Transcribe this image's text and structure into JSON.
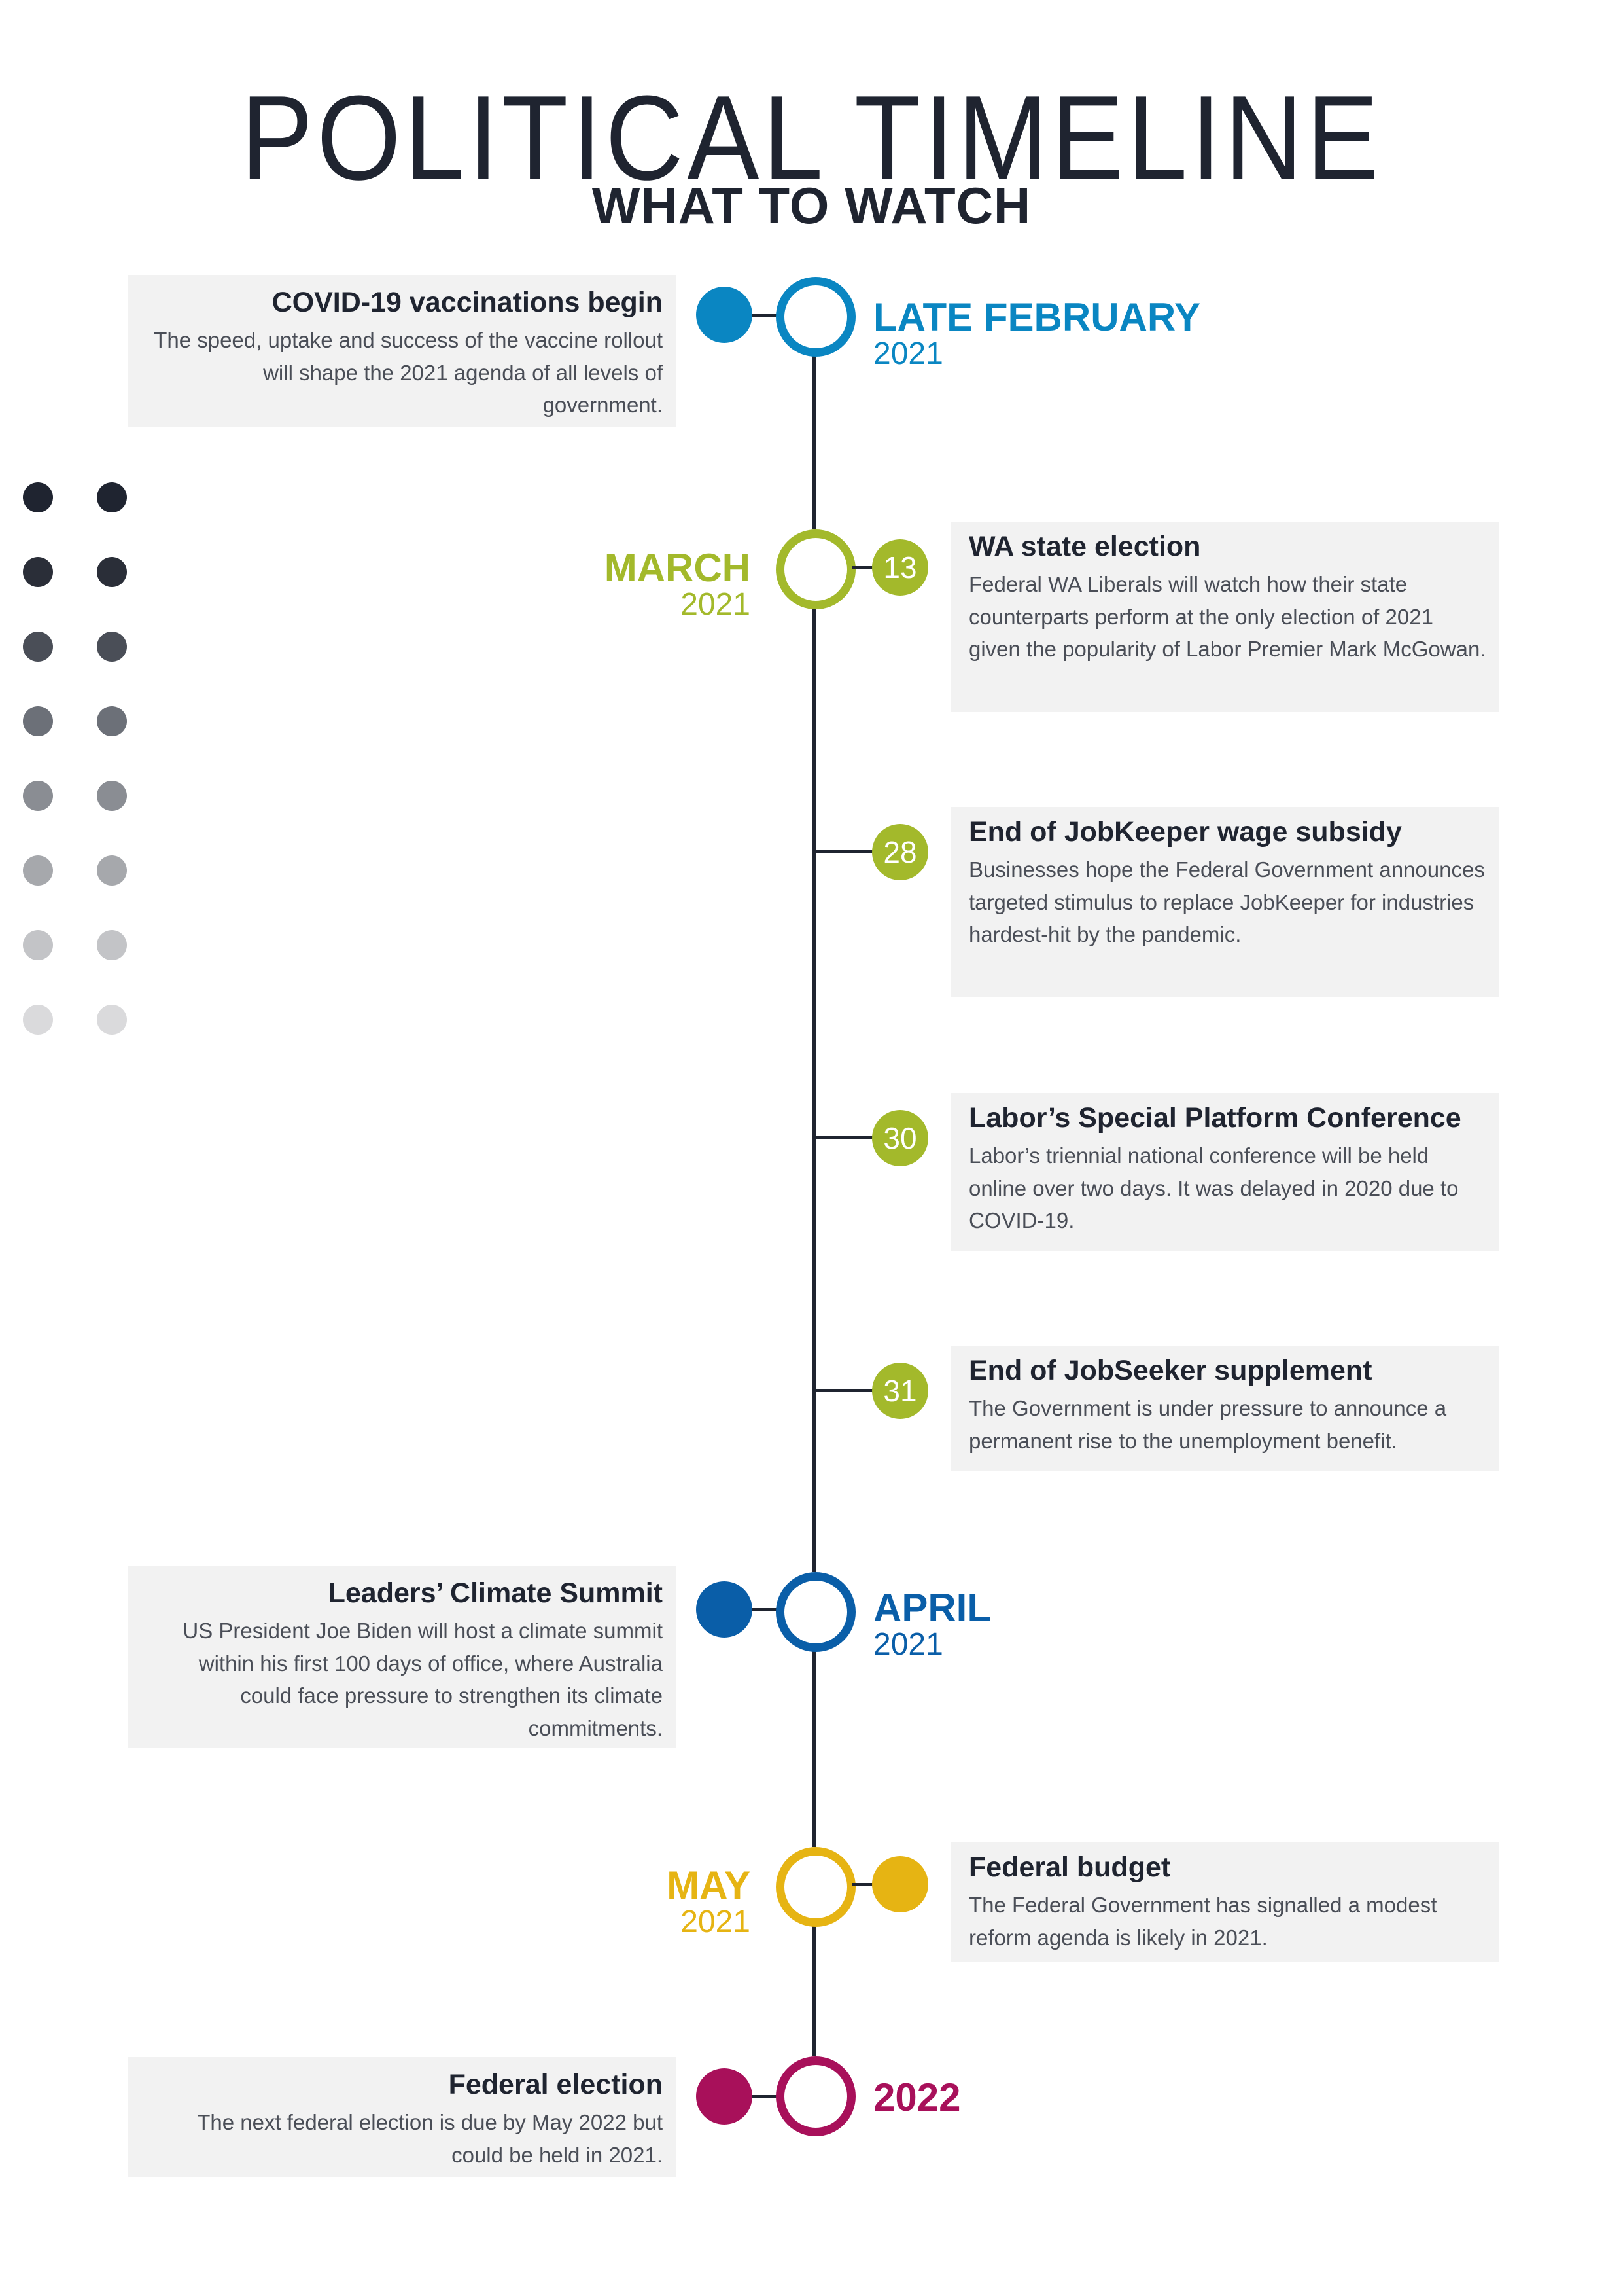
{
  "header": {
    "title": "POLITICAL TIMELINE",
    "subtitle": "WHAT TO WATCH"
  },
  "colors": {
    "dark": "#1f2430",
    "blue_light": "#0a86c2",
    "green": "#a3b92b",
    "blue_dark": "#0a5ea8",
    "gold": "#e6b413",
    "crimson": "#a8105a",
    "card_bg": "#f2f2f2"
  },
  "decorative_dot_colors": [
    "#1f2430",
    "#2a2e38",
    "#4a4e57",
    "#6c7078",
    "#8a8d93",
    "#a6a8ac",
    "#c3c4c7",
    "#dadadc"
  ],
  "milestones": {
    "feb": {
      "month": "LATE FEBRUARY",
      "year": "2021"
    },
    "mar": {
      "month": "MARCH",
      "year": "2021"
    },
    "apr": {
      "month": "APRIL",
      "year": "2021"
    },
    "may": {
      "month": "MAY",
      "year": "2021"
    },
    "y2022": {
      "month": "2022"
    }
  },
  "events": {
    "covid": {
      "title": "COVID-19 vaccinations begin",
      "body": "The speed, uptake and success of the vaccine rollout will shape the 2021 agenda of all levels of government."
    },
    "wa": {
      "day": "13",
      "title": "WA state election",
      "body": "Federal WA Liberals will watch how their state counterparts perform at the only election of 2021 given the popularity of Labor Premier Mark McGowan."
    },
    "jobkeeper": {
      "day": "28",
      "title": "End of JobKeeper wage subsidy",
      "body": "Businesses hope the Federal Government announces targeted stimulus to replace JobKeeper for industries hardest-hit by the pandemic."
    },
    "labor": {
      "day": "30",
      "title": "Labor’s Special Platform Conference",
      "body": "Labor’s triennial national conference will be held online over two days. It was delayed in 2020 due to COVID-19."
    },
    "jobseeker": {
      "day": "31",
      "title": "End of JobSeeker supplement",
      "body": "The Government is under pressure to announce a permanent rise to the unemployment benefit."
    },
    "climate": {
      "title": "Leaders’ Climate Summit",
      "body": "US President Joe Biden will host a climate summit within his first 100 days of office, where Australia could face pressure to strengthen its climate commitments."
    },
    "budget": {
      "title": "Federal budget",
      "body": "The Federal Government has signalled a modest reform agenda is likely in 2021."
    },
    "election": {
      "title": "Federal election",
      "body": "The next federal election is due by May 2022 but could be held in 2021."
    }
  }
}
